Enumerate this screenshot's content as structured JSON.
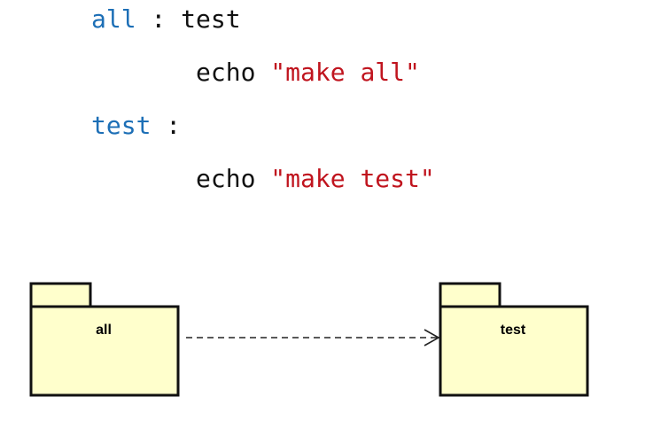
{
  "code": {
    "lines": [
      {
        "target": "all",
        "sep": " : ",
        "deps": "test"
      },
      {
        "cmd": "echo ",
        "str": "\"make all\""
      },
      {
        "target": "test",
        "sep": " :",
        "deps": ""
      },
      {
        "cmd": "echo ",
        "str": "\"make test\""
      }
    ]
  },
  "diagram": {
    "packages": [
      {
        "name": "all"
      },
      {
        "name": "test"
      }
    ],
    "dependency": {
      "from": "all",
      "to": "test",
      "style": "dashed-open-arrow"
    },
    "colors": {
      "package_fill": "#ffffcc",
      "package_stroke": "#111111",
      "keyword": "#1d6fb6",
      "string": "#c0141e"
    }
  }
}
